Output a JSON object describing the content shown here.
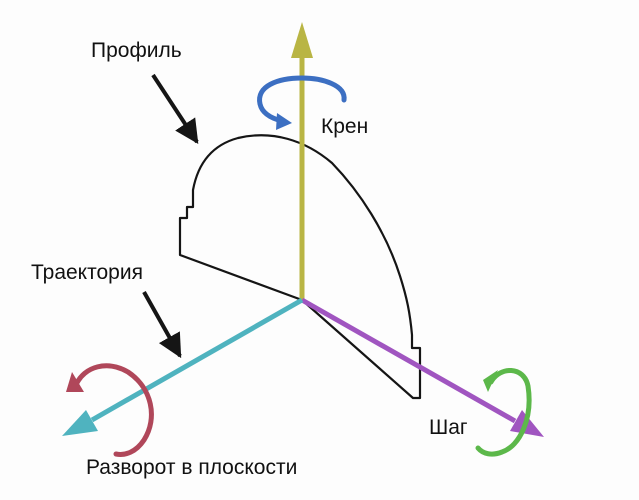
{
  "labels": {
    "profile": "Профиль",
    "roll": "Крен",
    "trajectory": "Траектория",
    "pitch": "Шаг",
    "yaw": "Разворот в плоскости"
  },
  "colors": {
    "roll_axis": "#b9b544",
    "roll_arrow": "#3c6fc2",
    "pitch_axis": "#a055c0",
    "pitch_arrow": "#5cb84a",
    "trajectory_axis": "#4fb3bf",
    "yaw_arrow": "#b0475a",
    "outline": "#151515",
    "text": "#111111"
  }
}
